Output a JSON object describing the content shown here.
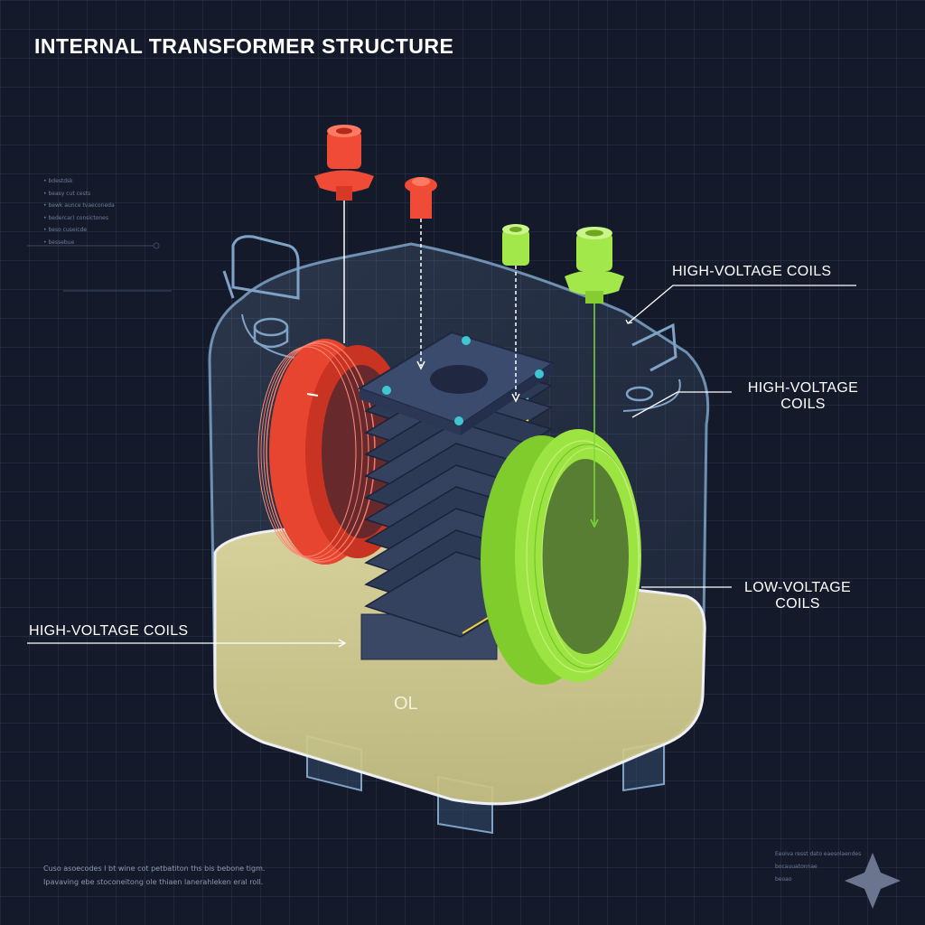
{
  "title": "INTERNAL TRANSFORMER STRUCTURE",
  "side_notes": [
    "bdestdsk",
    "beasy cut cests",
    "bewk aunce tvaeconeda",
    "bedercar) consictones",
    "beso cuseicde",
    "bessebue"
  ],
  "labels": {
    "hv_coils_top": "HIGH-VOLTAGE COILS",
    "hv_coils_mid_1": "HIGH-VOLTAGE",
    "hv_coils_mid_2": "COILS",
    "lv_coils_1": "LOW-VOLTAGE",
    "lv_coils_2": "COILS",
    "hv_coils_left": "HIGH-VOLTAGE COILS",
    "oil": "OL"
  },
  "footer": {
    "line1": "Cuso asoecodes I bt wine cot petbatiton ths bis bebone tigm.",
    "line2": "Ipavaving ebe stoconeitong ole thiaen lanerahleken eral roll."
  },
  "footer_right": {
    "line1": "Eeoiva resst dato eaesolaendes",
    "line2": "bocauuatonnae",
    "line3": "beoao"
  },
  "colors": {
    "background": "#151a2b",
    "hv_coil": "#ef4b36",
    "lv_coil": "#92e03a",
    "core": "#34425f",
    "oil": "#d9d49a",
    "tank_outline": "#7ea3c6"
  }
}
